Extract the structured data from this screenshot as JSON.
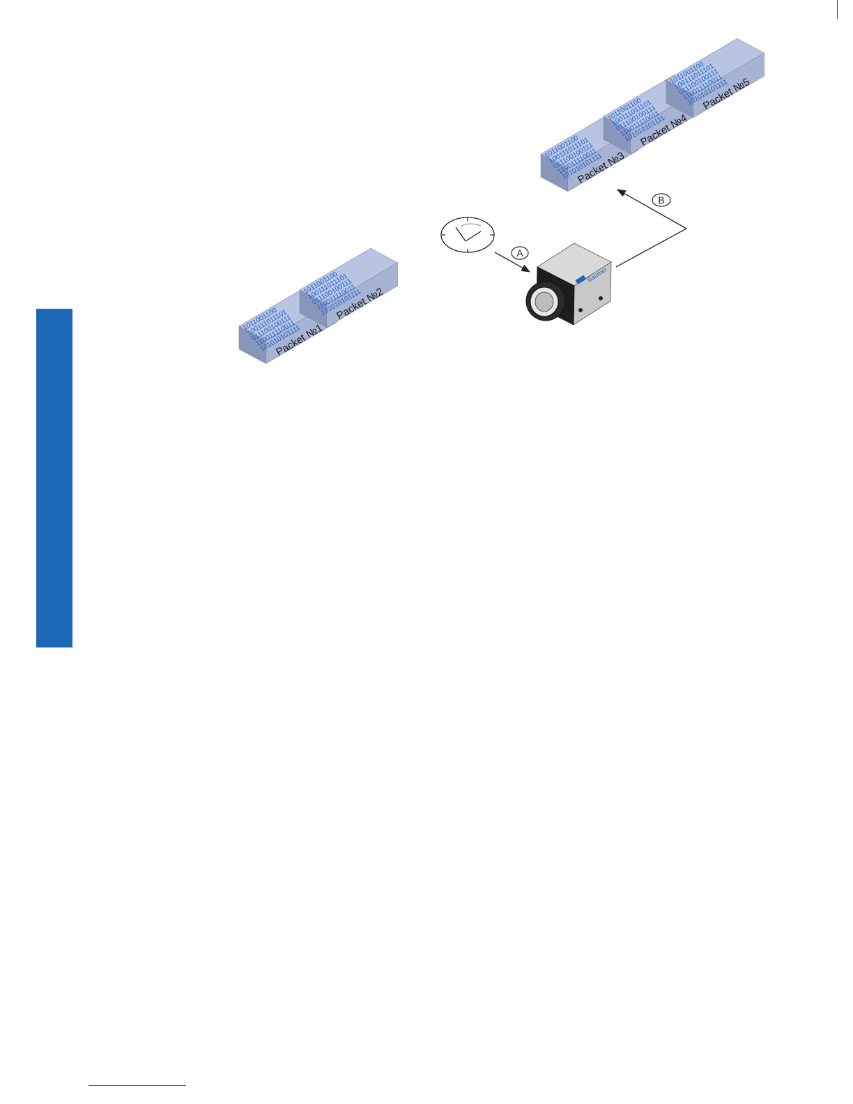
{
  "colors": {
    "accent_bar": "#1c68b6",
    "packet_top": "#b7c4e2",
    "packet_front": "#a6b3d2",
    "packet_side": "#8896bb",
    "bits_text": "#1c5fcf"
  },
  "packets": [
    {
      "label": "Packet №1",
      "bits": [
        "1011001100",
        "100111011101",
        "011100100111",
        "110011110011",
        "101010101111"
      ]
    },
    {
      "label": "Packet №2",
      "bits": [
        "1011001100",
        "100111011101",
        "011100100111",
        "110011110011",
        "101010101111"
      ]
    },
    {
      "label": "Packet №3",
      "bits": [
        "1011001100",
        "100111011101",
        "011100100111",
        "110011110011",
        "101010101111"
      ]
    },
    {
      "label": "Packet №4",
      "bits": [
        "1011001100",
        "100111011101",
        "011100100111",
        "110011110011",
        "101010101111"
      ]
    },
    {
      "label": "Packet №5",
      "bits": [
        "1011001100",
        "100111011101",
        "011100100111",
        "110011110011",
        "101010101111"
      ]
    }
  ],
  "callouts": {
    "a": "A",
    "b": "B"
  },
  "camera": {
    "brand": "Baumer",
    "icon": "camera-icon"
  },
  "timer": {
    "icon": "clock-icon"
  }
}
